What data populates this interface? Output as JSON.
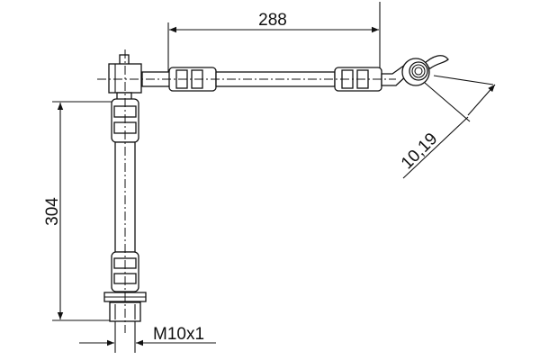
{
  "drawing": {
    "dimension_length_horizontal": "288",
    "dimension_length_vertical": "304",
    "dimension_banjo": "10,19",
    "thread_label": "M10x1"
  }
}
